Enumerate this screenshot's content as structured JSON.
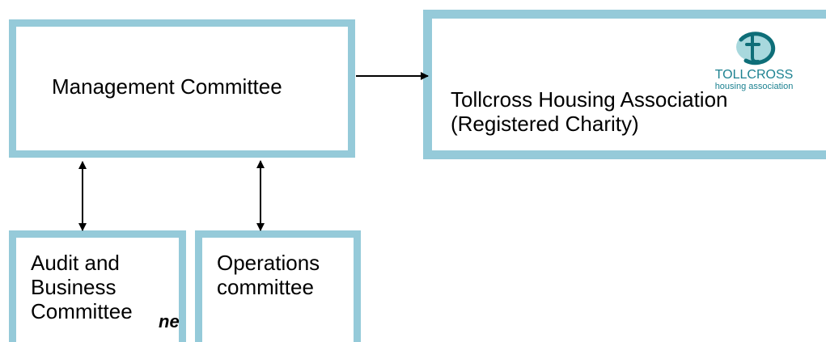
{
  "diagram": {
    "management_committee": "Management Committee",
    "housing_association": {
      "name": "Tollcross Housing Association\n(Registered Charity)",
      "logo_wordmark": "TOLLCROSS",
      "logo_tagline": "housing association"
    },
    "audit_committee": "Audit and\nBusiness\nCommittee",
    "operations_committee": "Operations\ncommittee",
    "clipped_fragment": "ne"
  },
  "colors": {
    "box_border": "#95cad9",
    "logo_ring": "#0e6e78",
    "logo_bowl": "#a8d8dd",
    "logo_text": "#1d8291",
    "connector": "#000000"
  }
}
